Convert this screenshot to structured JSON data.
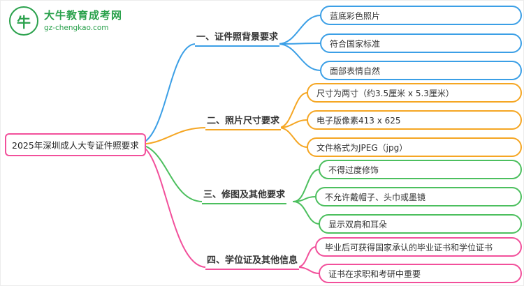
{
  "logo": {
    "title": "大牛教育成考网",
    "subtitle": "gz-chengkao.com",
    "icon_glyph": "牛"
  },
  "root": {
    "label": "2025年深圳成人大专证件照要求"
  },
  "branches": [
    {
      "label": "一、证件照背景要求",
      "color": "#3b9fe6",
      "children": [
        "蓝底彩色照片",
        "符合国家标准",
        "面部表情自然"
      ]
    },
    {
      "label": "二、照片尺寸要求",
      "color": "#f5a623",
      "children": [
        "尺寸为两寸（约3.5厘米 x 5.3厘米）",
        "电子版像素413 x 625",
        "文件格式为JPEG（jpg）"
      ]
    },
    {
      "label": "三、修图及其他要求",
      "color": "#4cbf5e",
      "children": [
        "不得过度修饰",
        "不允许戴帽子、头巾或墨镜",
        "显示双肩和耳朵"
      ]
    },
    {
      "label": "四、学位证及其他信息",
      "color": "#f2509b",
      "children": [
        "毕业后可获得国家承认的毕业证书和学位证书",
        "证书在求职和考研中重要"
      ]
    }
  ],
  "colors": {
    "logo_green": "#2aa14c",
    "root_border": "#f2509b",
    "text": "#333333",
    "background": "#ffffff"
  }
}
